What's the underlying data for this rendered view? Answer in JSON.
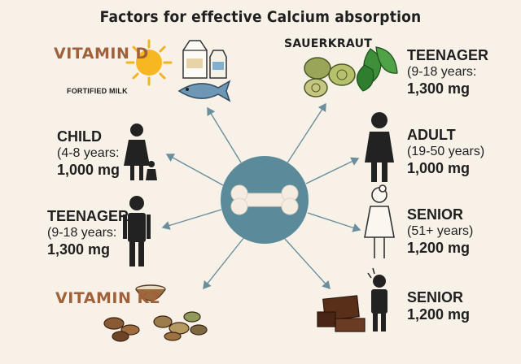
{
  "title": "Factors for effective Calcium absorption",
  "vitamin_d": {
    "label": "VITAMIN D",
    "caption": "FORTIFIED MILK"
  },
  "sauerkraut": {
    "label": "SAUERKRAUT"
  },
  "vitamin_k2": {
    "label": "VITAMIN K2"
  },
  "groups": {
    "child": {
      "name": "CHILD",
      "age": "(4-8 years:",
      "amount": "1,000 mg"
    },
    "teen_left": {
      "name": "TEENAGER",
      "age": "(9-18 years:",
      "amount": "1,300 mg"
    },
    "teen_right": {
      "name": "TEENAGER",
      "age": "(9-18 years:",
      "amount": "1,300 mg"
    },
    "adult": {
      "name": "ADULT",
      "age": "(19-50 years)",
      "amount": "1,000 mg"
    },
    "senior1": {
      "name": "SENIOR",
      "age": "(51+ years)",
      "amount": "1,200 mg"
    },
    "senior2": {
      "name": "SENIOR",
      "amount": "1,200 mg"
    }
  },
  "colors": {
    "center": "#5b8a9a",
    "arrow": "#6a8f9c",
    "vitamin": "#a0603a",
    "figure": "#222222"
  },
  "icons": [
    "sun-icon",
    "milk-carton-icon",
    "fish-icon",
    "cabbage-icon",
    "leafy-greens-icon",
    "bone-icon",
    "child-figure-icon",
    "adult-figure-icon",
    "teen-figure-icon",
    "senior-figure-icon",
    "nuts-icon",
    "chocolate-icon",
    "bowl-icon"
  ]
}
